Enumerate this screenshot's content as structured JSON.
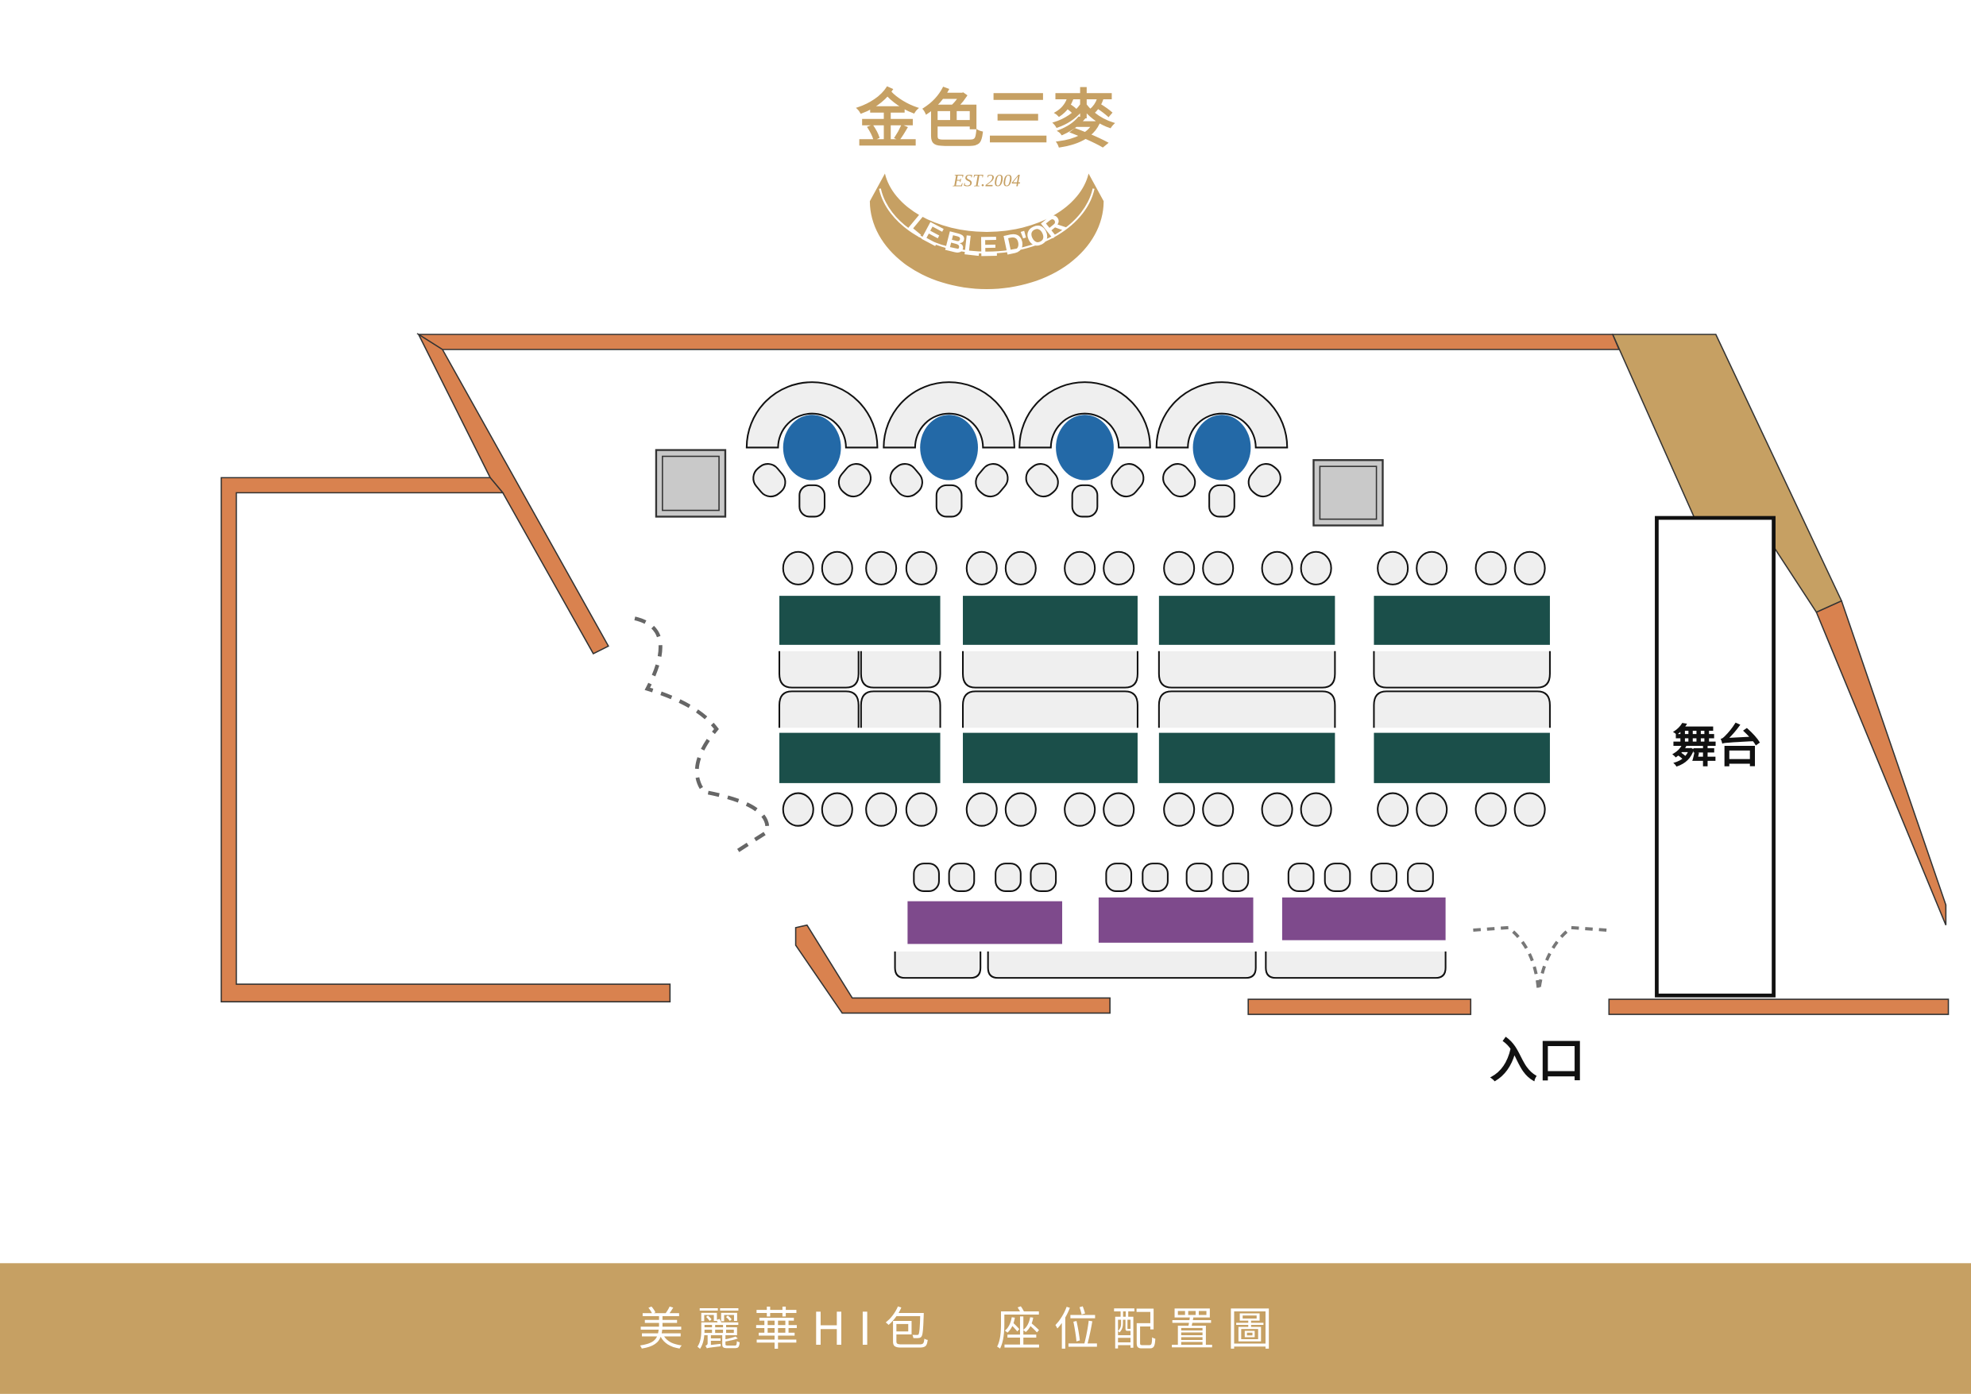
{
  "logo": {
    "chinese_name": "金色三麥",
    "established": "EST.2004",
    "english_name": "LE BLE D'OR"
  },
  "floor_plan": {
    "stage_label": "舞台",
    "entrance_label": "入口"
  },
  "footer": {
    "title": "美麗華HI包  座位配置圖"
  },
  "colors": {
    "gold": "#C6A063",
    "wall": "#D9824F",
    "booth_table": "#2369A7",
    "long_table": "#1B4F4A",
    "purple_table": "#7E4A8C",
    "seat": "#EFEFEF"
  }
}
